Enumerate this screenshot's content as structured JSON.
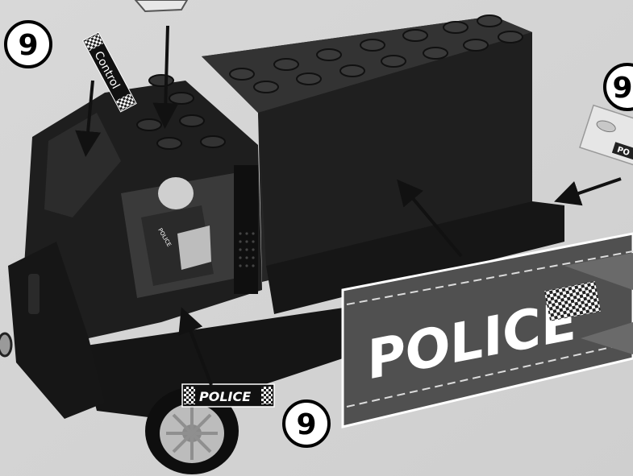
{
  "step_badges": {
    "top_left": "9",
    "top_right": "9",
    "bottom": "9"
  },
  "stickers": {
    "roof_label": "Control",
    "side_banner": "POLICE",
    "wheel_arch": "POLICE",
    "figure_chest": "POLICE",
    "right_edge": "PO"
  },
  "colors": {
    "background": "#d4d4d4",
    "truck_body": "#1c1c1c",
    "banner_fill": "#505050",
    "banner_text": "#ffffff",
    "badge_fill": "#ffffff"
  }
}
